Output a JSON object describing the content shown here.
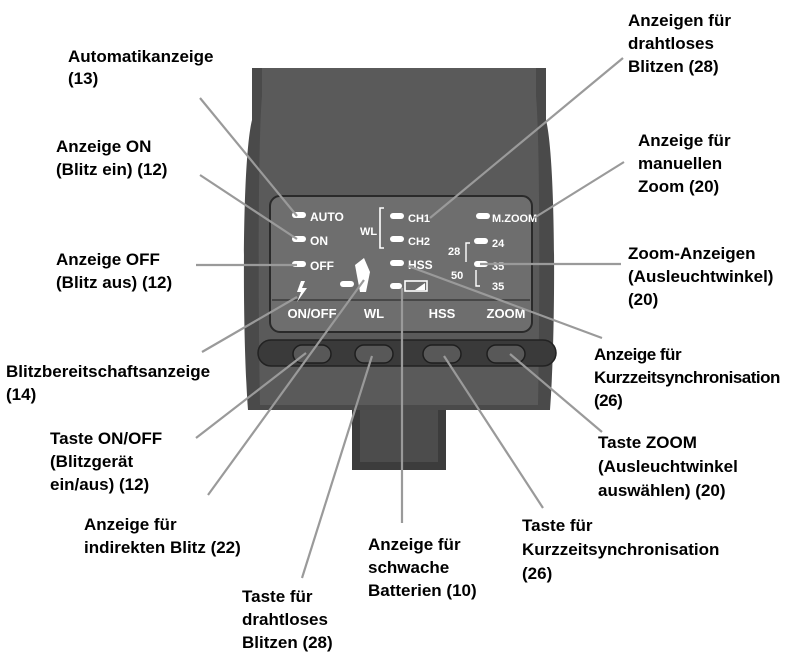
{
  "panel": {
    "indicators": {
      "auto": "AUTO",
      "on": "ON",
      "off": "OFF",
      "ch1": "CH1",
      "ch2": "CH2",
      "wl": "WL",
      "hss": "HSS",
      "mzoom": "M.ZOOM",
      "zoom_24": "24",
      "zoom_35": "35",
      "zoom_35b": "35",
      "zoom_28": "28",
      "zoom_50": "50"
    },
    "buttons": {
      "onoff": "ON/OFF",
      "wl": "WL",
      "hss": "HSS",
      "zoom": "ZOOM"
    },
    "icons": {
      "flash_ready": "lightning-bolt-icon",
      "bounce": "bounce-flash-icon",
      "battery": "battery-icon"
    }
  },
  "callouts": {
    "auto": [
      "Automatikanzeige",
      "(13)"
    ],
    "on": [
      "Anzeige ON",
      "(Blitz ein) (12)"
    ],
    "off": [
      "Anzeige OFF",
      "(Blitz aus) (12)"
    ],
    "ready": [
      "Blitzbereitschaftsanzeige",
      "(14)"
    ],
    "btn_onoff": [
      "Taste ON/OFF",
      "(Blitzgerät",
      "ein/aus) (12)"
    ],
    "bounce": [
      "Anzeige für",
      "indirekten Blitz (22)"
    ],
    "btn_wl": [
      "Taste für",
      "drahtloses",
      "Blitzen (28)"
    ],
    "battery": [
      "Anzeige für",
      "schwache",
      "Batterien (10)"
    ],
    "btn_hss": [
      "Taste für",
      "Kurzzeitsynchronisation",
      "(26)"
    ],
    "btn_zoom": [
      "Taste ZOOM",
      "(Ausleuchtwinkel",
      "auswählen) (20)"
    ],
    "hss": [
      "Anzeige für",
      "Kurzzeitsynchronisation",
      "(26)"
    ],
    "zoom": [
      "Zoom-Anzeigen",
      "(Ausleuchtwinkel)",
      "(20)"
    ],
    "mzoom": [
      "Anzeige für",
      "manuellen",
      "Zoom (20)"
    ],
    "wireless": [
      "Anzeigen für",
      "drahtloses",
      "Blitzen (28)"
    ]
  }
}
